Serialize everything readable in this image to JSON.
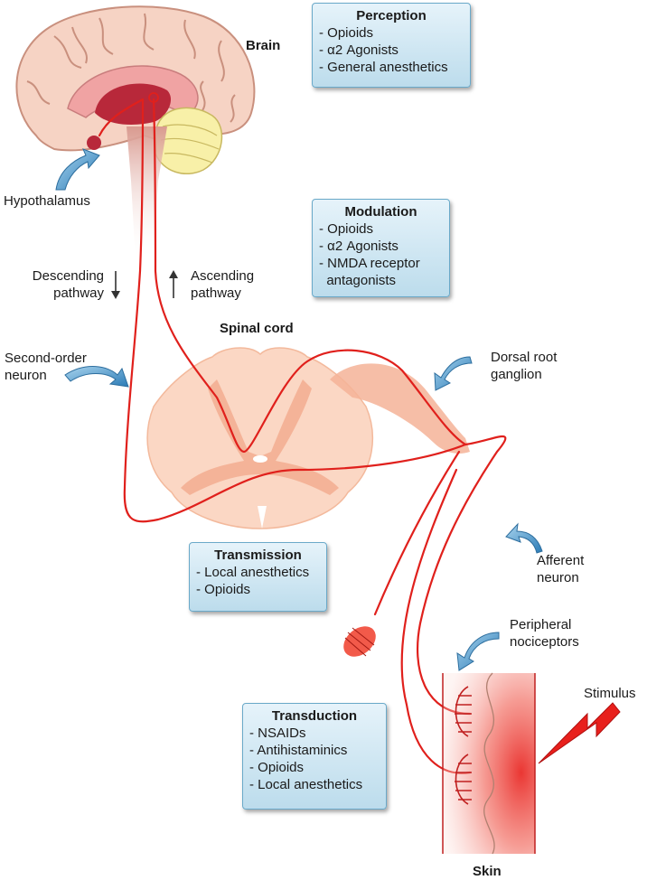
{
  "labels": {
    "brain": "Brain",
    "hypothalamus": "Hypothalamus",
    "descending": [
      "Descending",
      "pathway"
    ],
    "ascending": [
      "Ascending",
      "pathway"
    ],
    "spinal_cord": "Spinal cord",
    "second_order": [
      "Second-order",
      "neuron"
    ],
    "dorsal_root": [
      "Dorsal root",
      "ganglion"
    ],
    "afferent": [
      "Afferent",
      "neuron"
    ],
    "peripheral": [
      "Peripheral",
      "nociceptors"
    ],
    "stimulus": "Stimulus",
    "skin": "Skin"
  },
  "boxes": {
    "perception": {
      "title": "Perception",
      "items": [
        "- Opioids",
        "- α2 Agonists",
        "- General anesthetics"
      ]
    },
    "modulation": {
      "title": "Modulation",
      "items": [
        "- Opioids",
        "- α2 Agonists",
        "- NMDA receptor",
        "  antagonists"
      ]
    },
    "transmission": {
      "title": "Transmission",
      "items": [
        "- Local anesthetics",
        "- Opioids"
      ]
    },
    "transduction": {
      "title": "Transduction",
      "items": [
        "- NSAIDs",
        "- Antihistaminics",
        "- Opioids",
        "- Local anesthetics"
      ]
    }
  },
  "colors": {
    "nerve": "#e0201c",
    "box_fill": "#cde6f3",
    "box_border": "#6aa9c9",
    "arrow_blue": "#3f8fc4",
    "cord": "#f8cdb6",
    "gray_matter": "#f3b197"
  }
}
